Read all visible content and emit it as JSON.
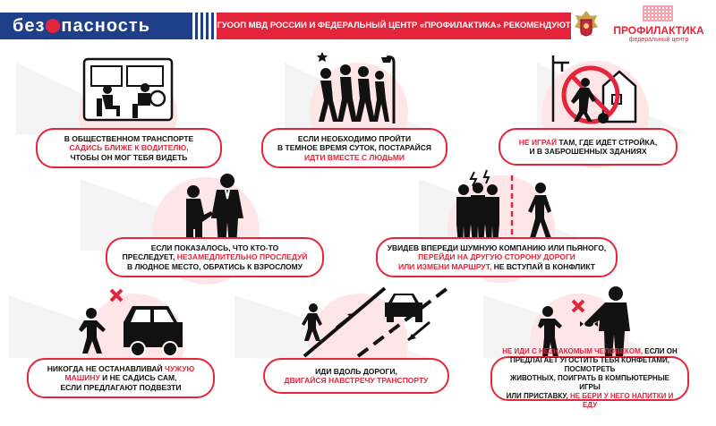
{
  "header": {
    "brand_before": "без",
    "brand_after": "пасность",
    "banner": "ГУООП МВД РОССИИ И ФЕДЕРАЛЬНЫЙ ЦЕНТР «ПРОФИЛАКТИКА» РЕКОМЕНДУЮТ",
    "logo_title": "ПРОФИЛАКТИКА",
    "logo_subtitle": "федеральный центр"
  },
  "colors": {
    "accent": "#e4253b",
    "brand_blue": "#1f3f8a",
    "pink": "#fde5e8"
  },
  "tips": [
    {
      "icon": "bus-driver-icon",
      "l1": "В общественном транспорте",
      "l2": "садись ближе к водителю,",
      "l3": "чтобы он мог тебя видеть"
    },
    {
      "icon": "group-walking-night-icon",
      "l1": "Если необходимо пройти",
      "l2a": "в темное время суток, постарайся",
      "l3": "идти вместе с людьми"
    },
    {
      "icon": "no-construction-play-icon",
      "l1a": "Не играй",
      "l1b": " там, где идёт стройка,",
      "l2": "и в заброшенных зданиях"
    },
    {
      "icon": "approach-adult-icon",
      "l1": "Если показалось, что кто-то",
      "l2a": "преследует, ",
      "l2b": "незамедлительно проследуй",
      "l3": "в людное место, обратись к взрослому"
    },
    {
      "icon": "avoid-noisy-group-icon",
      "l1": "Увидев впереди шумную компанию или пьяного,",
      "l2": "перейди на другую сторону дороги",
      "l3a": "или измени маршрут,",
      "l3b": " не вступай в конфликт"
    },
    {
      "icon": "no-stopping-car-icon",
      "l1a": "Никогда не останавливай ",
      "l1b": "чужую",
      "l2a": "машину",
      "l2b": " и не садись сам,",
      "l3": "если предлагают подвезти"
    },
    {
      "icon": "walk-facing-traffic-icon",
      "l1": "Иди вдоль дороги,",
      "l2": "двигайся навстречу транспорту"
    },
    {
      "icon": "refuse-stranger-icon",
      "l1a": "Не иди с незнакомым человеком,",
      "l1b": " если он",
      "l2": "предлагает угостить тебя конфетами, посмотреть",
      "l3": "животных, поиграть в компьютерные игры",
      "l4a": "или приставку,",
      "l4b": " не бери у него напитки и еду"
    }
  ]
}
